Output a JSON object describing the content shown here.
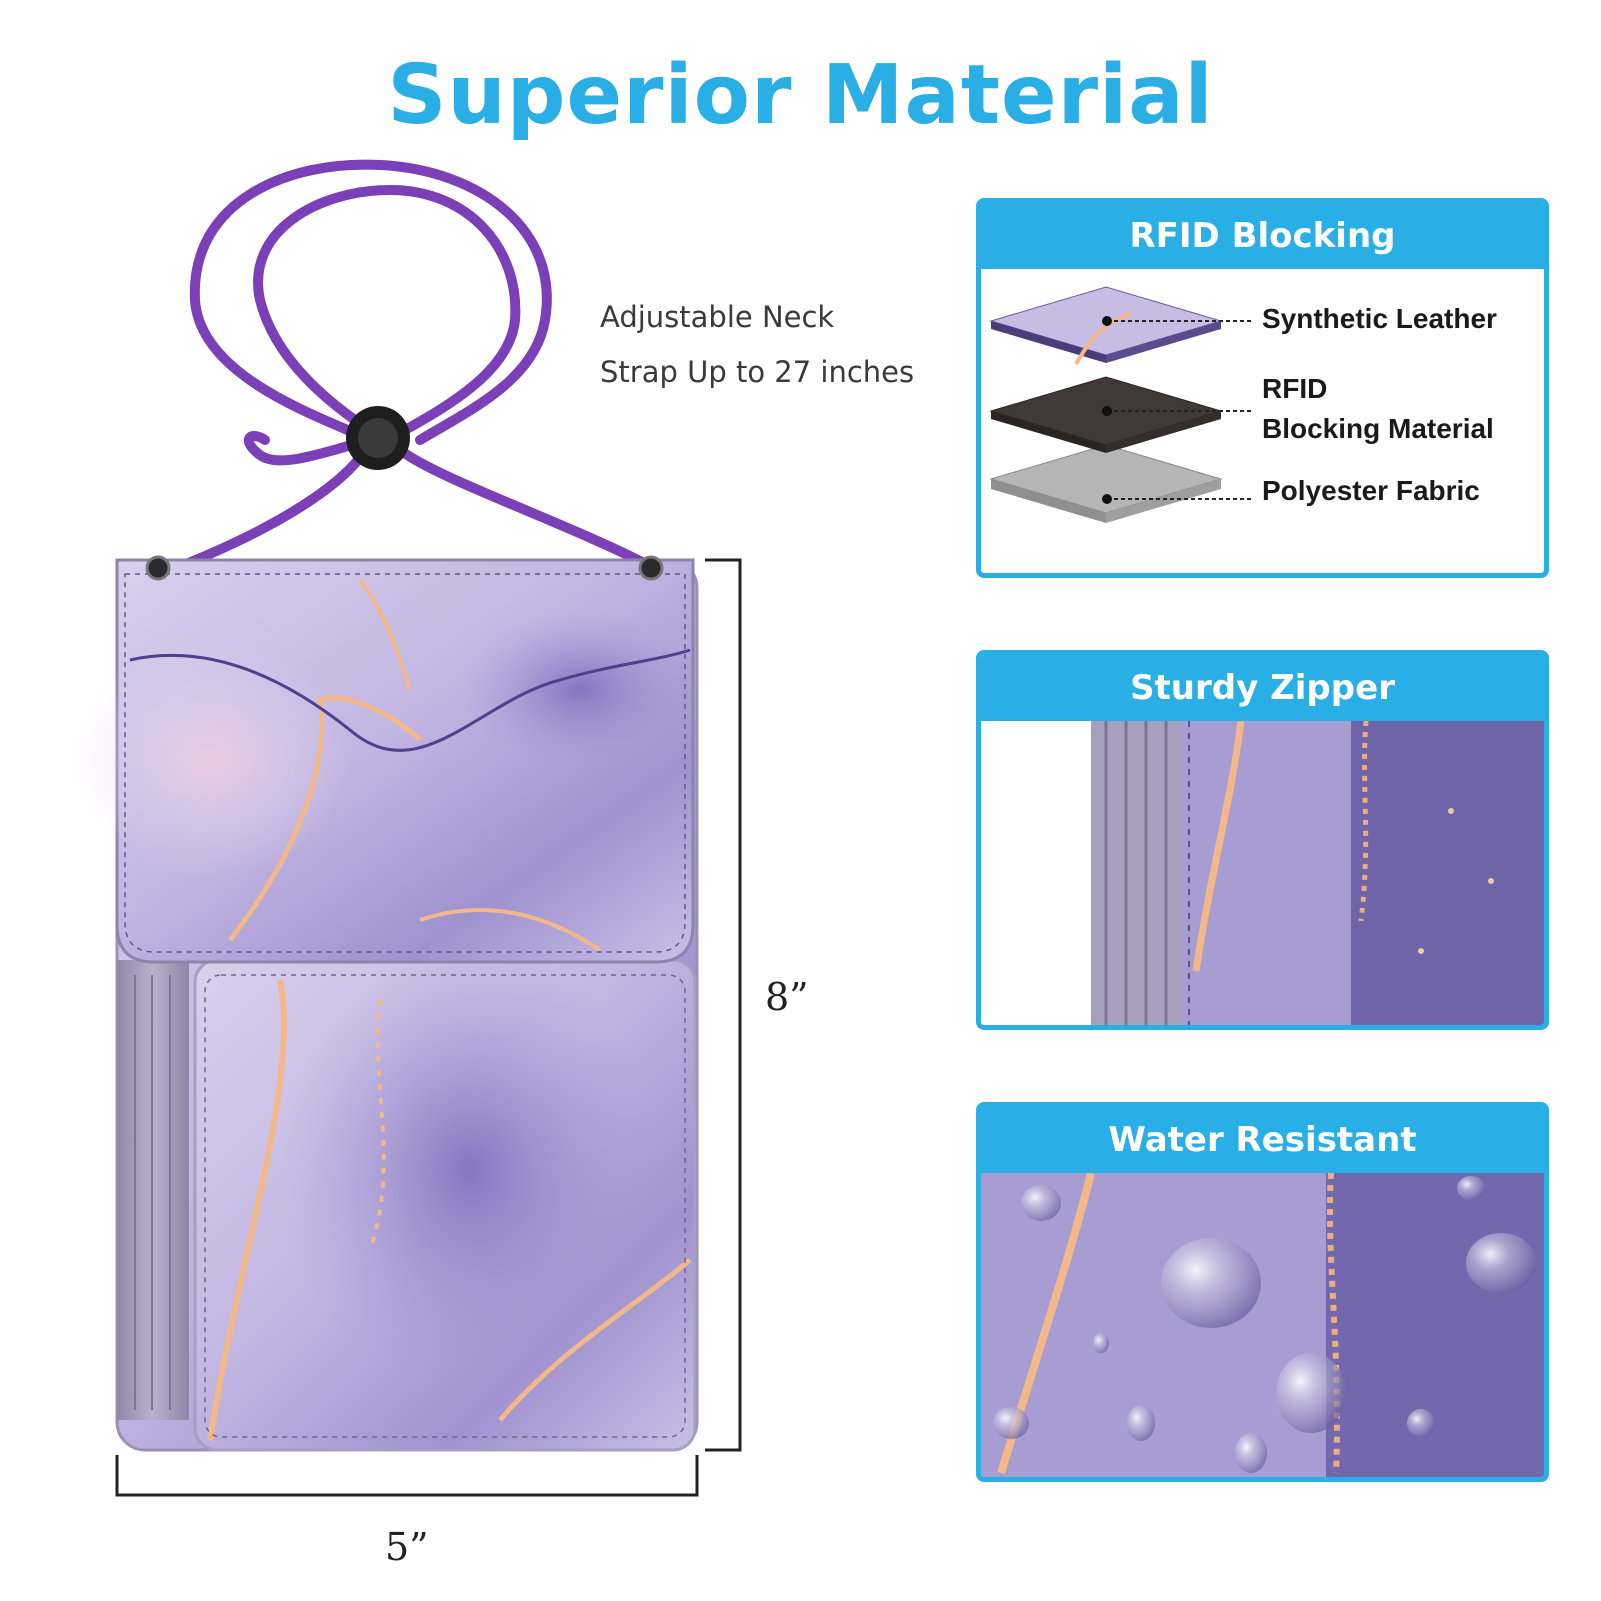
{
  "title": "Superior Material",
  "strap": {
    "line1": "Adjustable Neck",
    "line2": "Strap Up to 27 inches"
  },
  "dimensions": {
    "height": "8”",
    "width": "5”"
  },
  "panels": {
    "rfid": {
      "title": "RFID Blocking",
      "layers": [
        {
          "label": "Synthetic Leather"
        },
        {
          "label": "RFID",
          "label2": "Blocking Material"
        },
        {
          "label": "Polyester Fabric"
        }
      ]
    },
    "zipper": {
      "title": "Sturdy Zipper"
    },
    "water": {
      "title": "Water Resistant"
    }
  },
  "colors": {
    "accent": "#29aee6",
    "strap": "#7b3fb8",
    "marble_light": "#cfc6e6",
    "marble_mid": "#9b8fcc",
    "marble_dark": "#5b4c9e",
    "gold_vein": "#f2b88a",
    "zipper": "#a39ab8"
  }
}
